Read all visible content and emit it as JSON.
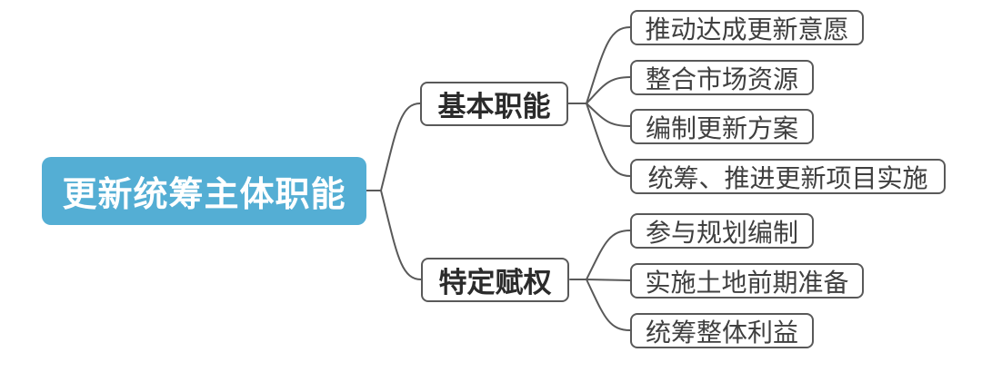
{
  "diagram": {
    "type": "mindmap",
    "root": {
      "label": "更新统筹主体职能"
    },
    "branches": [
      {
        "label": "基本职能",
        "children": [
          {
            "label": "推动达成更新意愿"
          },
          {
            "label": "整合市场资源"
          },
          {
            "label": "编制更新方案"
          },
          {
            "label": "统筹、推进更新项目实施"
          }
        ]
      },
      {
        "label": "特定赋权",
        "children": [
          {
            "label": "参与规划编制"
          },
          {
            "label": "实施土地前期准备"
          },
          {
            "label": "统筹整体利益"
          }
        ]
      }
    ],
    "colors": {
      "root_bg": "#54AED4",
      "root_text": "#FFFFFF",
      "node_bg": "#FFFFFF",
      "node_border": "#595959",
      "node_text": "#3F3F3F",
      "branch_text": "#2B2B2B",
      "line": "#595959",
      "background": "#FFFFFF"
    }
  }
}
